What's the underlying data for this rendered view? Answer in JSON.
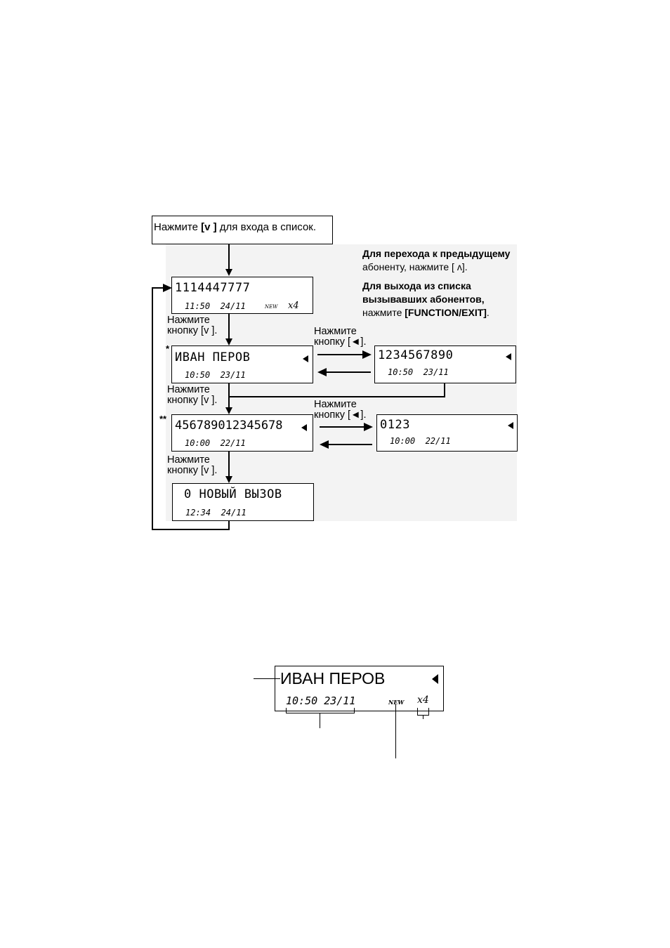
{
  "flow": {
    "start_prefix": "Нажмите ",
    "start_key": "[v ]",
    "start_suffix": " для входа в список.",
    "note_prev_line1": "Для перехода к предыдущему",
    "note_prev_line2": "абоненту, нажмите [ ʌ].",
    "note_exit_line1": "Для выхода из списка",
    "note_exit_line2": "вызывавших абонентов,",
    "note_exit_line3_prefix": "нажмите ",
    "note_exit_line3_key": "[FUNCTION/EXIT]",
    "note_exit_line3_suffix": ".",
    "press_line1": "Нажмите",
    "press_down_line2": "кнопку [v ].",
    "press_left_line2": "кнопку [◄].",
    "star_single": "*",
    "star_double": "**",
    "displays": [
      {
        "main": "1114447777",
        "time": "11:50",
        "date": "24/11",
        "new": "NEW",
        "count": "x4"
      },
      {
        "main": "ИВАН ПЕРОВ",
        "time": "10:50",
        "date": "23/11"
      },
      {
        "main": "1234567890",
        "time": "10:50",
        "date": "23/11"
      },
      {
        "main": "456789012345678",
        "time": "10:00",
        "date": "22/11"
      },
      {
        "main": "0123",
        "time": "10:00",
        "date": "22/11"
      },
      {
        "main": "0 НОВЫЙ ВЫЗОВ",
        "time": "12:34",
        "date": "24/11"
      }
    ]
  },
  "detail": {
    "name": "ИВАН ПЕРОВ",
    "time": "10:50",
    "date": "23/11",
    "new": "NEW",
    "count": "x4"
  }
}
